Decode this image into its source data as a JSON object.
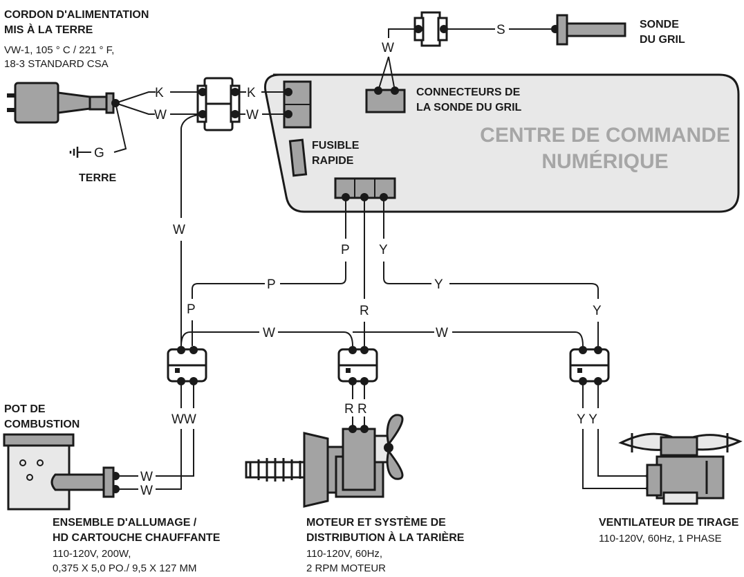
{
  "power_cord": {
    "title_line1": "CORDON D'ALIMENTATION",
    "title_line2": "MIS À LA TERRE",
    "spec_line1": "VW-1, 105 ° C / 221 ° F,",
    "spec_line2": "18-3 STANDARD CSA"
  },
  "ground_label": "TERRE",
  "grill_probe": {
    "line1": "SONDE",
    "line2": "DU GRIL"
  },
  "probe_connectors": {
    "line1": "CONNECTEURS DE",
    "line2": "LA SONDE DU GRIL"
  },
  "control_center": {
    "line1": "CENTRE DE COMMANDE",
    "line2": "NUMÉRIQUE"
  },
  "fuse": {
    "line1": "FUSIBLE",
    "line2": "RAPIDE"
  },
  "fire_pot": {
    "line1": "POT DE",
    "line2": "COMBUSTION"
  },
  "igniter": {
    "title_line1": "ENSEMBLE D'ALLUMAGE /",
    "title_line2": "HD CARTOUCHE  CHAUFFANTE",
    "spec_line1": "110-120V, 200W,",
    "spec_line2": "0,375 X 5,0 PO./ 9,5 X 127 MM"
  },
  "auger_motor": {
    "title_line1": "MOTEUR ET SYSTÈME DE",
    "title_line2": "DISTRIBUTION À LA TARIÈRE",
    "spec_line1": "110-120V, 60Hz,",
    "spec_line2": "2 RPM MOTEUR"
  },
  "draft_fan": {
    "title": "VENTILATEUR DE TIRAGE",
    "spec": "110-120V, 60Hz, 1 PHASE"
  },
  "wire_labels": {
    "k": "K",
    "w": "W",
    "g": "G",
    "s": "S",
    "p": "P",
    "y": "Y",
    "r": "R",
    "ww": "WW",
    "rr": "R R",
    "yy": "Y Y"
  }
}
